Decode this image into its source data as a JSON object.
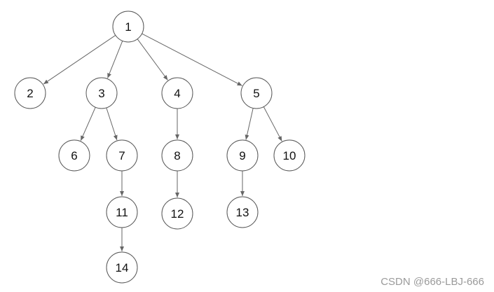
{
  "diagram": {
    "nodes": [
      {
        "id": "1",
        "label": "1"
      },
      {
        "id": "2",
        "label": "2"
      },
      {
        "id": "3",
        "label": "3"
      },
      {
        "id": "4",
        "label": "4"
      },
      {
        "id": "5",
        "label": "5"
      },
      {
        "id": "6",
        "label": "6"
      },
      {
        "id": "7",
        "label": "7"
      },
      {
        "id": "8",
        "label": "8"
      },
      {
        "id": "9",
        "label": "9"
      },
      {
        "id": "10",
        "label": "10"
      },
      {
        "id": "11",
        "label": "11"
      },
      {
        "id": "12",
        "label": "12"
      },
      {
        "id": "13",
        "label": "13"
      },
      {
        "id": "14",
        "label": "14"
      }
    ],
    "edges": [
      {
        "from": "1",
        "to": "2"
      },
      {
        "from": "1",
        "to": "3"
      },
      {
        "from": "1",
        "to": "4"
      },
      {
        "from": "1",
        "to": "5"
      },
      {
        "from": "3",
        "to": "6"
      },
      {
        "from": "3",
        "to": "7"
      },
      {
        "from": "4",
        "to": "8"
      },
      {
        "from": "5",
        "to": "9"
      },
      {
        "from": "5",
        "to": "10"
      },
      {
        "from": "7",
        "to": "11"
      },
      {
        "from": "8",
        "to": "12"
      },
      {
        "from": "9",
        "to": "13"
      },
      {
        "from": "11",
        "to": "14"
      }
    ]
  },
  "watermark": {
    "text": "CSDN @666-LBJ-666"
  }
}
